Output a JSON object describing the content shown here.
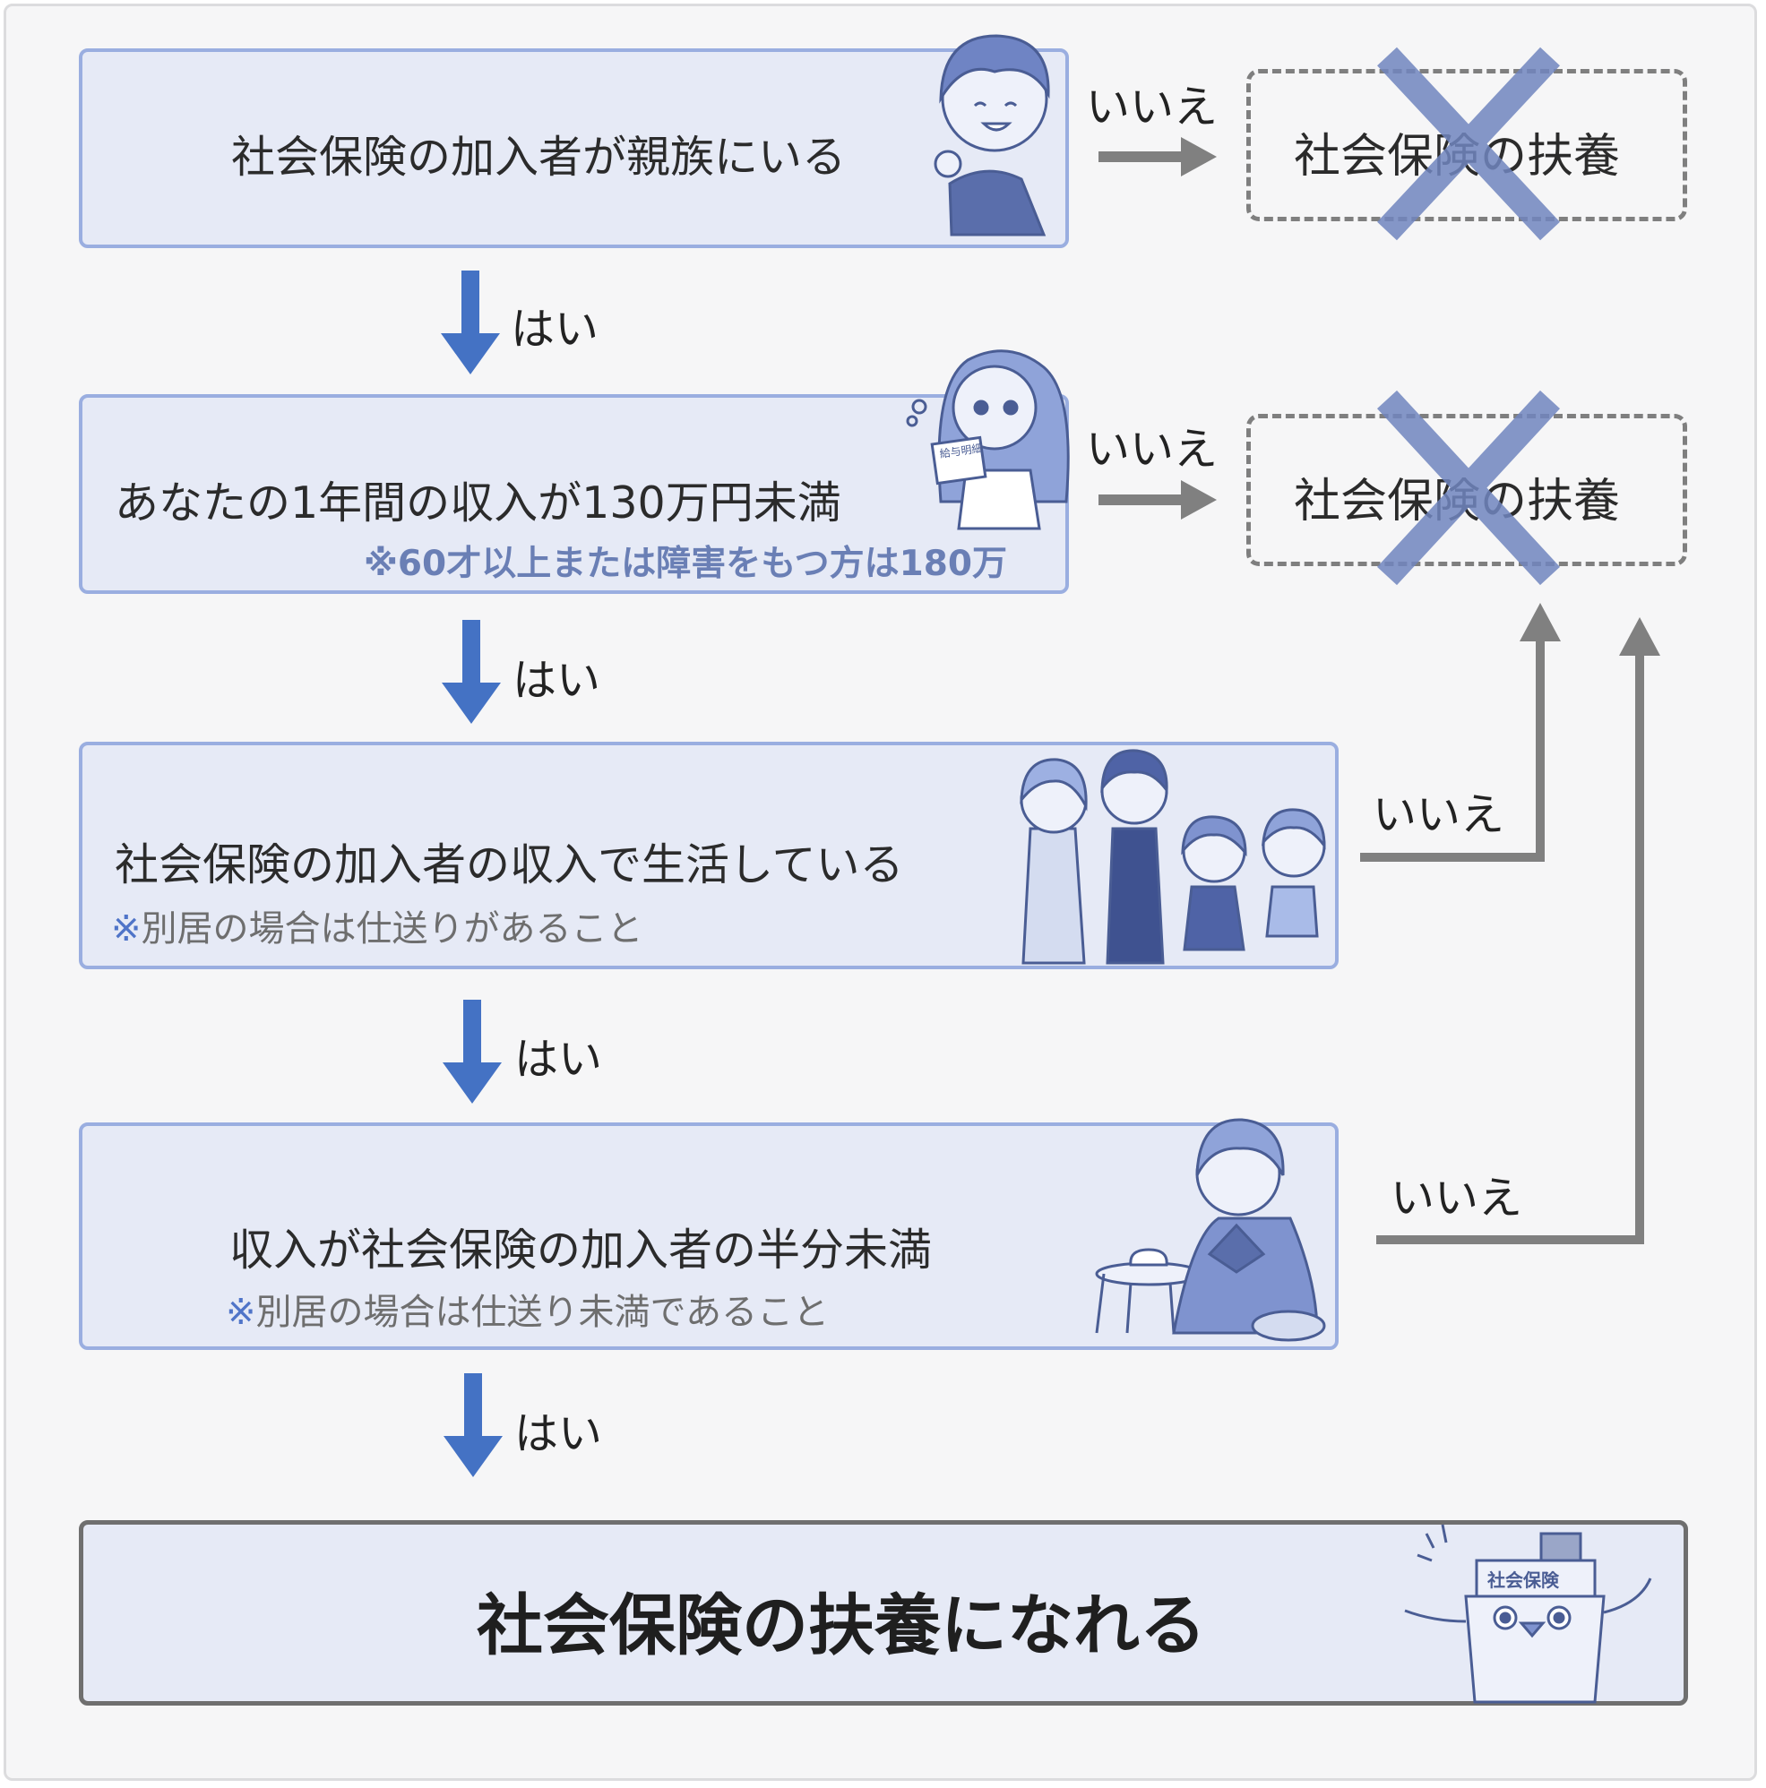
{
  "steps": [
    {
      "text": "社会保険の加入者が親族にいる",
      "note": ""
    },
    {
      "text": "あなたの1年間の収入が130万円未満",
      "note_mark": "※",
      "note": "60才以上または障害をもつ方は180万"
    },
    {
      "text": "社会保険の加入者の収入で生活している",
      "note_mark": "※",
      "note": "別居の場合は仕送りがあること"
    },
    {
      "text": "収入が社会保険の加入者の半分未満",
      "note_mark": "※",
      "note": "別居の場合は仕送り未満であること"
    }
  ],
  "yes_label": "はい",
  "no_label": "いいえ",
  "not_dependent": "社会保険の扶養",
  "result": "社会保険の扶養になれる",
  "mascot_label": "社会保険",
  "payslip_label": "給与明細",
  "colors": {
    "box_fill": "#e6eaf6",
    "box_border": "#9aaee0",
    "yes_arrow": "#4472c4",
    "no_arrow": "#808080",
    "cross": "#7186bf"
  }
}
